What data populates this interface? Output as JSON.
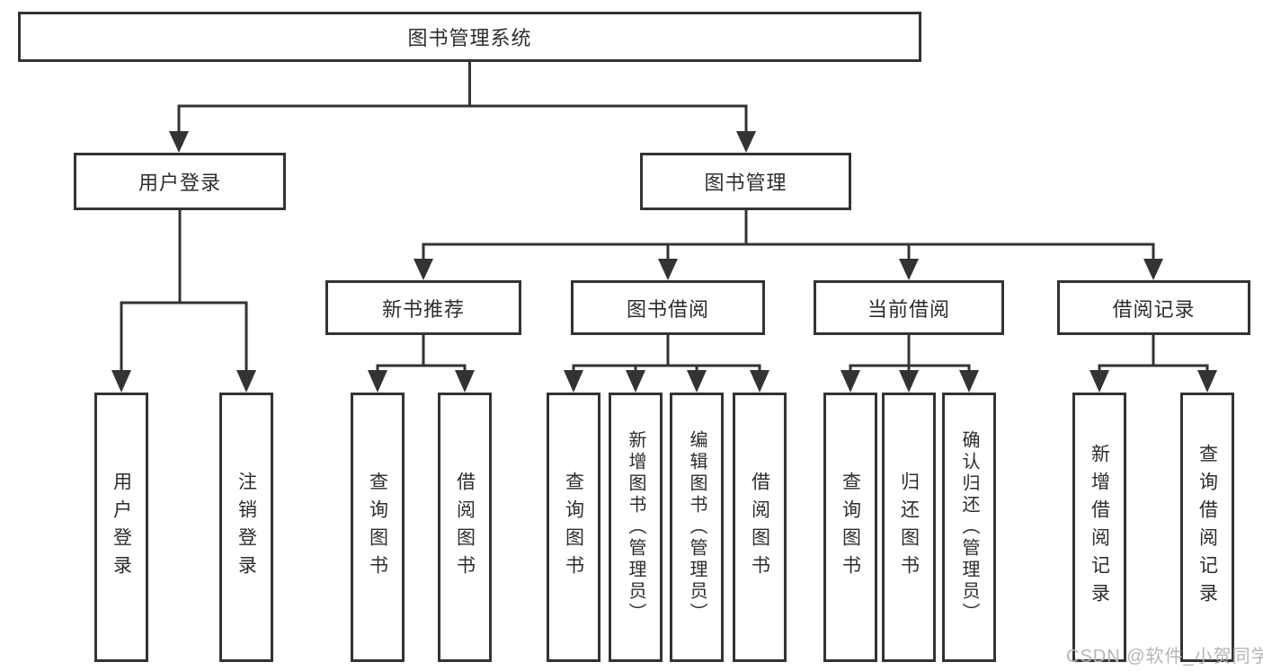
{
  "tree": {
    "label": "图书管理系统",
    "children": [
      {
        "label": "用户登录",
        "children": [
          {
            "label": "用户登录"
          },
          {
            "label": "注销登录"
          }
        ]
      },
      {
        "label": "图书管理",
        "children": [
          {
            "label": "新书推荐",
            "children": [
              {
                "label": "查询图书"
              },
              {
                "label": "借阅图书"
              }
            ]
          },
          {
            "label": "图书借阅",
            "children": [
              {
                "label": "查询图书"
              },
              {
                "label": "新增图书（管理员）"
              },
              {
                "label": "编辑图书（管理员）"
              },
              {
                "label": "借阅图书"
              }
            ]
          },
          {
            "label": "当前借阅",
            "children": [
              {
                "label": "查询图书"
              },
              {
                "label": "归还图书"
              },
              {
                "label": "确认归还（管理员）"
              }
            ]
          },
          {
            "label": "借阅记录",
            "children": [
              {
                "label": "新增借阅记录"
              },
              {
                "label": "查询借阅记录"
              }
            ]
          }
        ]
      }
    ]
  },
  "watermark": {
    "text": "CSDN @软件_小贺同学"
  },
  "colors": {
    "line": "#333333",
    "text": "#2d2d2d",
    "watermark": "#b5b5b5",
    "background": "#ffffff"
  }
}
